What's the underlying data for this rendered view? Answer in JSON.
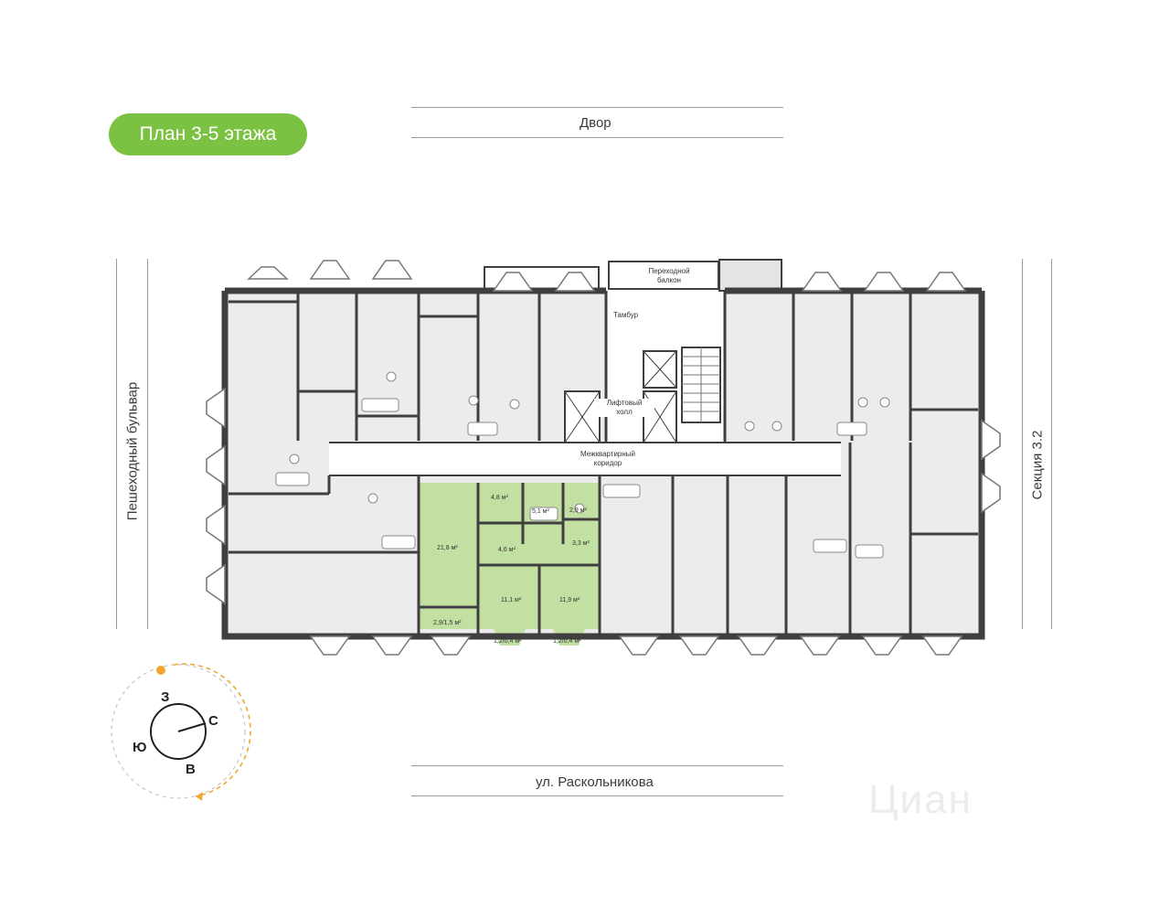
{
  "title": "План 3-5 этажа",
  "streets": {
    "top": "Двор",
    "bottom": "ул. Раскольникова",
    "left": "Пешеходный бульвар",
    "right": "Секция 3.2"
  },
  "common_areas": {
    "bridge_balcony_1": "Переходной",
    "bridge_balcony_2": "балкон",
    "vestibule": "Тамбур",
    "lift_hall_1": "Лифтовый",
    "lift_hall_2": "холл",
    "corridor_1": "Межквартирный",
    "corridor_2": "коридор"
  },
  "apartment_rooms": [
    {
      "label": "21,8 м²"
    },
    {
      "label": "4,8 м²"
    },
    {
      "label": "5,1 м²"
    },
    {
      "label": "2,9 м²"
    },
    {
      "label": "4,6 м²"
    },
    {
      "label": "3,3 м²"
    },
    {
      "label": "11,1 м²"
    },
    {
      "label": "11,9 м²"
    },
    {
      "label": "2,9/1,5 м²"
    },
    {
      "label": "1,2/0,4 м²"
    },
    {
      "label": "1,2/0,4 м²"
    }
  ],
  "compass": {
    "n": "С",
    "s": "Ю",
    "w": "З",
    "e": "В"
  },
  "watermark": "Циан",
  "colors": {
    "accent": "#7cc242",
    "highlight": "#c3e0a3",
    "wall": "#3f3f3f"
  }
}
